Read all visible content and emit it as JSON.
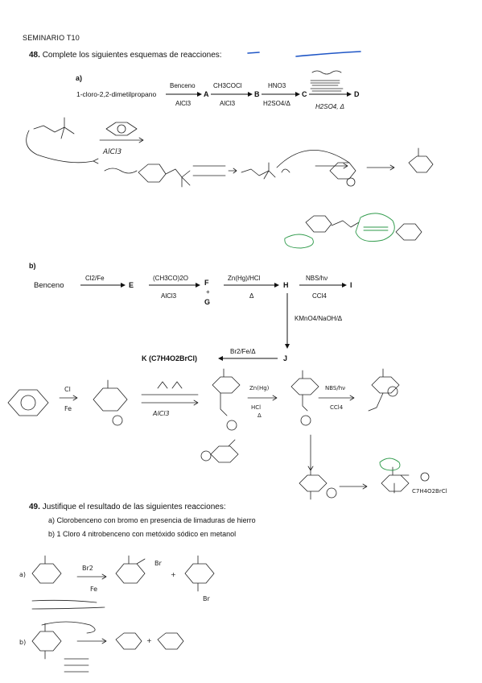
{
  "header": {
    "seminar": "SEMINARIO T10"
  },
  "q48": {
    "number": "48.",
    "statement": "Complete los siguientes esquemas de reacciones:",
    "part_a": {
      "label": "a)",
      "start": "1-cloro-2,2-dimetilpropano",
      "r1_top": "Benceno",
      "r1_bottom": "AlCl3",
      "A": "A",
      "r2_top": "CH3COCl",
      "r2_bottom": "AlCl3",
      "B": "B",
      "r3_top": "HNO3",
      "r3_bottom": "H2SO4/Δ",
      "C": "C",
      "r4_bottom": "H2SO4, Δ",
      "D": "D"
    },
    "part_b": {
      "label": "b)",
      "start": "Benceno",
      "r1": "Cl2/Fe",
      "E": "E",
      "r2_top": "(CH3CO)2O",
      "r2_bottom": "AlCl3",
      "F": "F",
      "plus": "+",
      "G": "G",
      "r3_top": "Zn(Hg)/HCl",
      "r3_bottom": "Δ",
      "H": "H",
      "r4_top": "NBS/hν",
      "r4_bottom": "CCl4",
      "I": "I",
      "r5": "KMnO4/NaOH/Δ",
      "J": "J",
      "r6": "Br2/Fe/Δ",
      "K": "K (C7H4O2BrCl)"
    }
  },
  "q49": {
    "number": "49.",
    "statement": "Justifique el resultado de las siguientes reacciones:",
    "a": "a) Clorobenceno con bromo en presencia de limaduras de hierro",
    "b": "b) 1 Cloro 4 nitrobenceno con metóxido sódico en metanol"
  },
  "handwritten": {
    "a_reagent": "AlCl3",
    "b_reagent_1": "Cl",
    "b_reagent_2": "Fe",
    "b_acyl": "AlCl3",
    "b_zn": "Zn(Hg)",
    "b_hcl": "HCl",
    "b_delta": "Δ",
    "b_nbs": "NBS/hν",
    "b_ccl4": "CCl4",
    "q49a_br2": "Br2",
    "q49a_fe": "Fe",
    "q49a_br": "Br",
    "q49a_br_b": "Br",
    "q49a_plus": "+",
    "q49a_label": "a)",
    "q49b_label": "b)",
    "q49b_plus": "+",
    "b_final": "C7H4O2BrCl"
  },
  "colors": {
    "ink": "#222222",
    "green_ink": "#2e9a4a",
    "blue_ink": "#1f56c6"
  }
}
